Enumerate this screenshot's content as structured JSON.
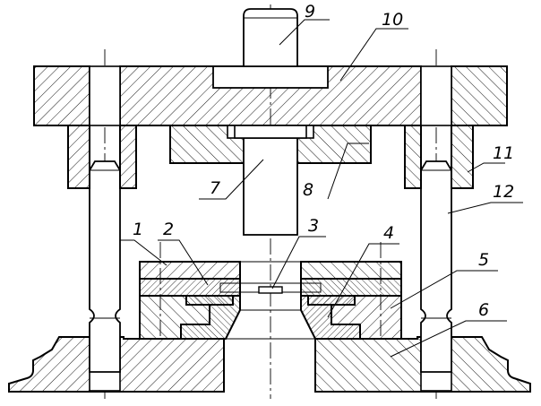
{
  "diagram": {
    "type": "technical-drawing",
    "view": "cross-section",
    "callouts": [
      {
        "id": "1",
        "text": "1"
      },
      {
        "id": "2",
        "text": "2"
      },
      {
        "id": "3",
        "text": "3"
      },
      {
        "id": "4",
        "text": "4"
      },
      {
        "id": "5",
        "text": "5"
      },
      {
        "id": "6",
        "text": "6"
      },
      {
        "id": "7",
        "text": "7"
      },
      {
        "id": "8",
        "text": "8"
      },
      {
        "id": "9",
        "text": "9"
      },
      {
        "id": "10",
        "text": "10"
      },
      {
        "id": "11",
        "text": "11"
      },
      {
        "id": "12",
        "text": "12"
      }
    ]
  },
  "colors": {
    "line": "#000000",
    "hatch": "#000000",
    "background": "#ffffff"
  }
}
